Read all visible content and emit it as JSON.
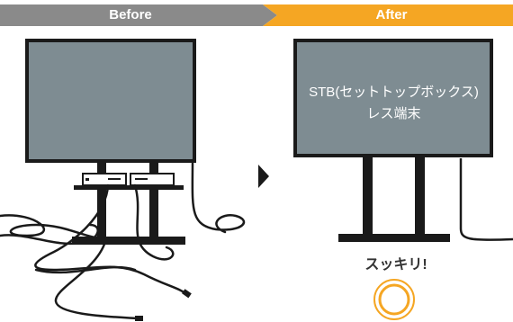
{
  "header": {
    "before_label": "Before",
    "after_label": "After"
  },
  "after": {
    "screen_text_line1": "STB(セットトップボックス)",
    "screen_text_line2": "レス端末",
    "caption": "スッキリ!"
  },
  "colors": {
    "before_banner": "#8a8a8a",
    "after_banner": "#f5a623",
    "screen": "#7e8c92",
    "stand": "#1a1a1a",
    "accent_circle": "#f5a623"
  },
  "icons": {
    "arrow": "right-arrow-icon",
    "badge": "circle-badge-icon"
  }
}
